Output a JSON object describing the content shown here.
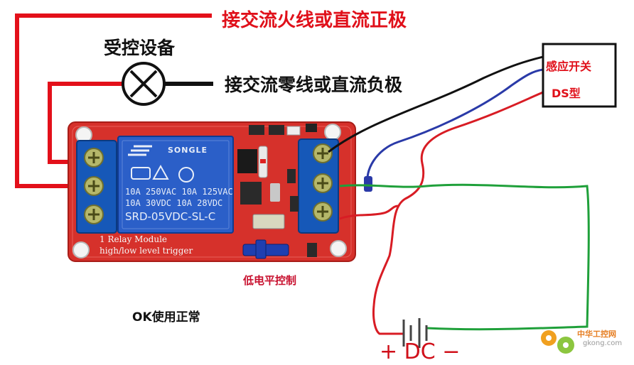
{
  "labels": {
    "live_line": "接交流火线或直流正极",
    "load_device": "受控设备",
    "neutral_line": "接交流零线或直流负极",
    "sensor_switch": "感应开关",
    "sensor_type": "DS型",
    "low_level_control": "低电平控制",
    "status": "OK使用正常",
    "dc_supply": "+ DC −"
  },
  "relay": {
    "brand": "SONGLE",
    "rating_1": "10A 250VAC  10A 125VAC",
    "rating_2": "10A  30VDC  10A  28VDC",
    "model": "SRD-05VDC-SL-C",
    "board_line_1": "1 Relay   Module",
    "board_line_2": "high/low level trigger"
  },
  "watermark": {
    "site_cn": "中华工控网",
    "domain": "gkong.com"
  },
  "colors": {
    "wire_red": "#d81c24",
    "wire_blue": "#2a3aa8",
    "wire_green": "#1fa03a",
    "board": "#d6312b"
  }
}
